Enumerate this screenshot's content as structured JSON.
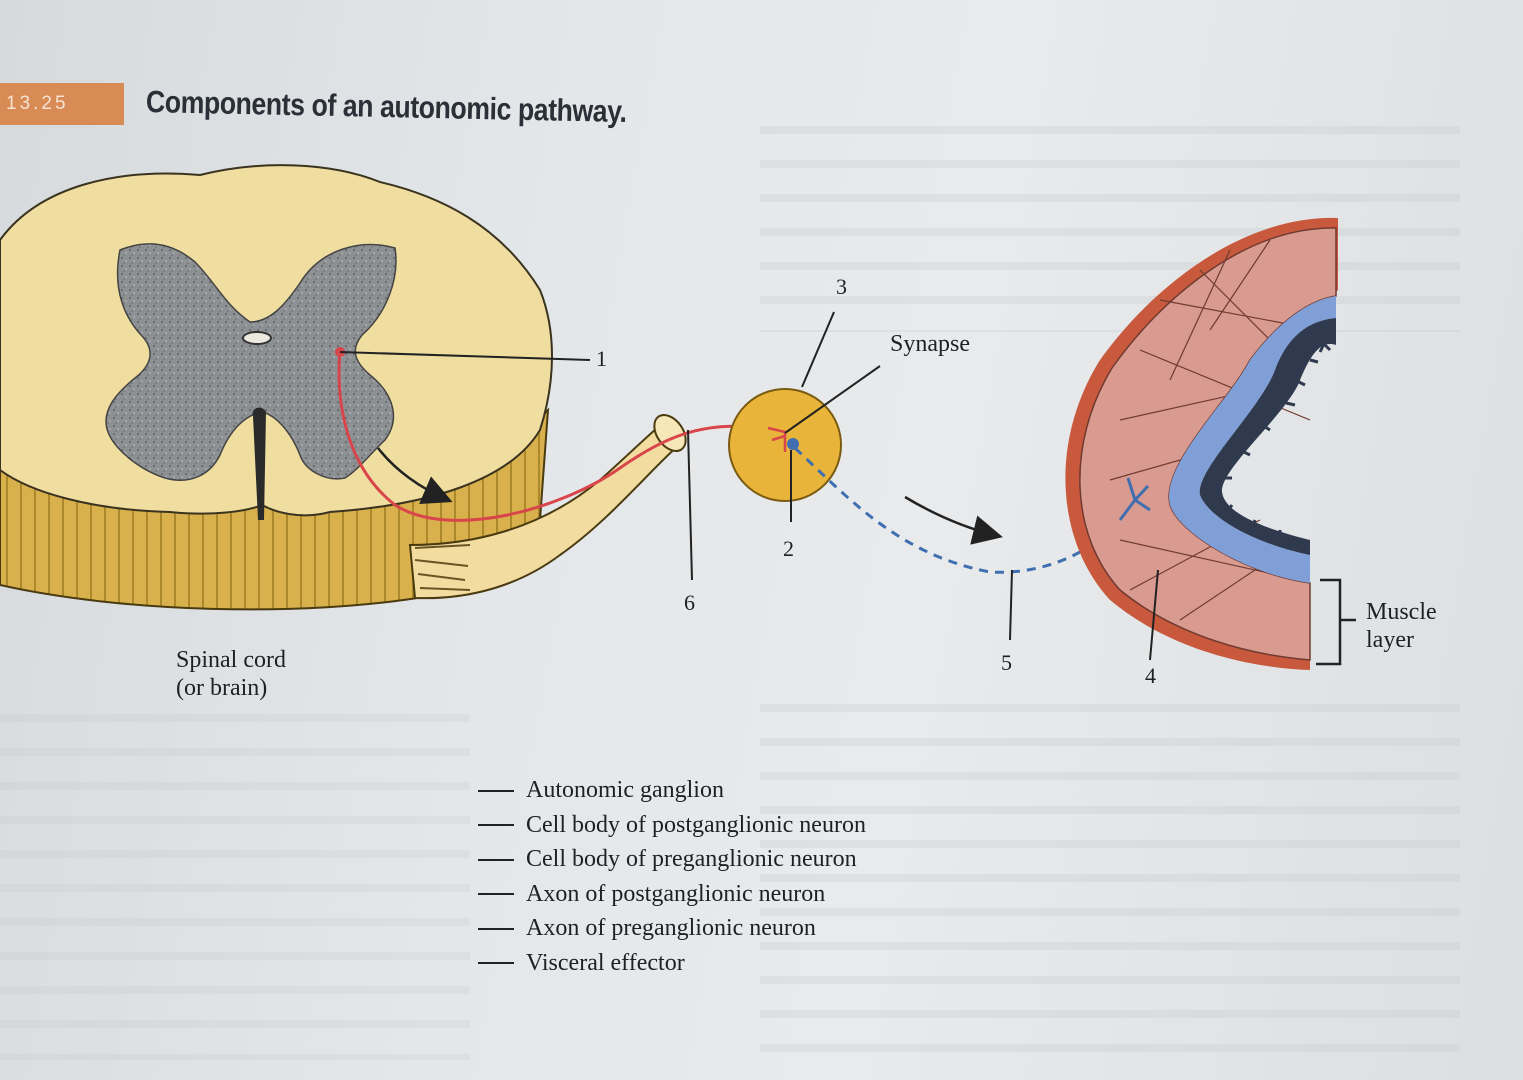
{
  "figure": {
    "number": "13.25",
    "title": "Components of an autonomic pathway."
  },
  "labels": {
    "spinal_cord_line1": "Spinal cord",
    "spinal_cord_line2": "(or brain)",
    "synapse": "Synapse",
    "muscle_layer_line1": "Muscle",
    "muscle_layer_line2": "layer"
  },
  "numbers": {
    "n1": "1",
    "n2": "2",
    "n3": "3",
    "n4": "4",
    "n5": "5",
    "n6": "6"
  },
  "key": [
    "Autonomic ganglion",
    "Cell body of postganglionic neuron",
    "Cell body of preganglionic neuron",
    "Axon of postganglionic neuron",
    "Axon of preganglionic neuron",
    "Visceral effector"
  ],
  "colors": {
    "white_matter": "#f0dda0",
    "gray_matter": "#8d9194",
    "nerve": "#f2dca0",
    "ganglion": "#e8b53a",
    "preganglionic_axon": "#d8454a",
    "postganglionic_axon": "#3f6fb0",
    "muscle": "#d99a90",
    "mucosa": "#7f9fd6",
    "figure_tag": "#d88b54"
  }
}
